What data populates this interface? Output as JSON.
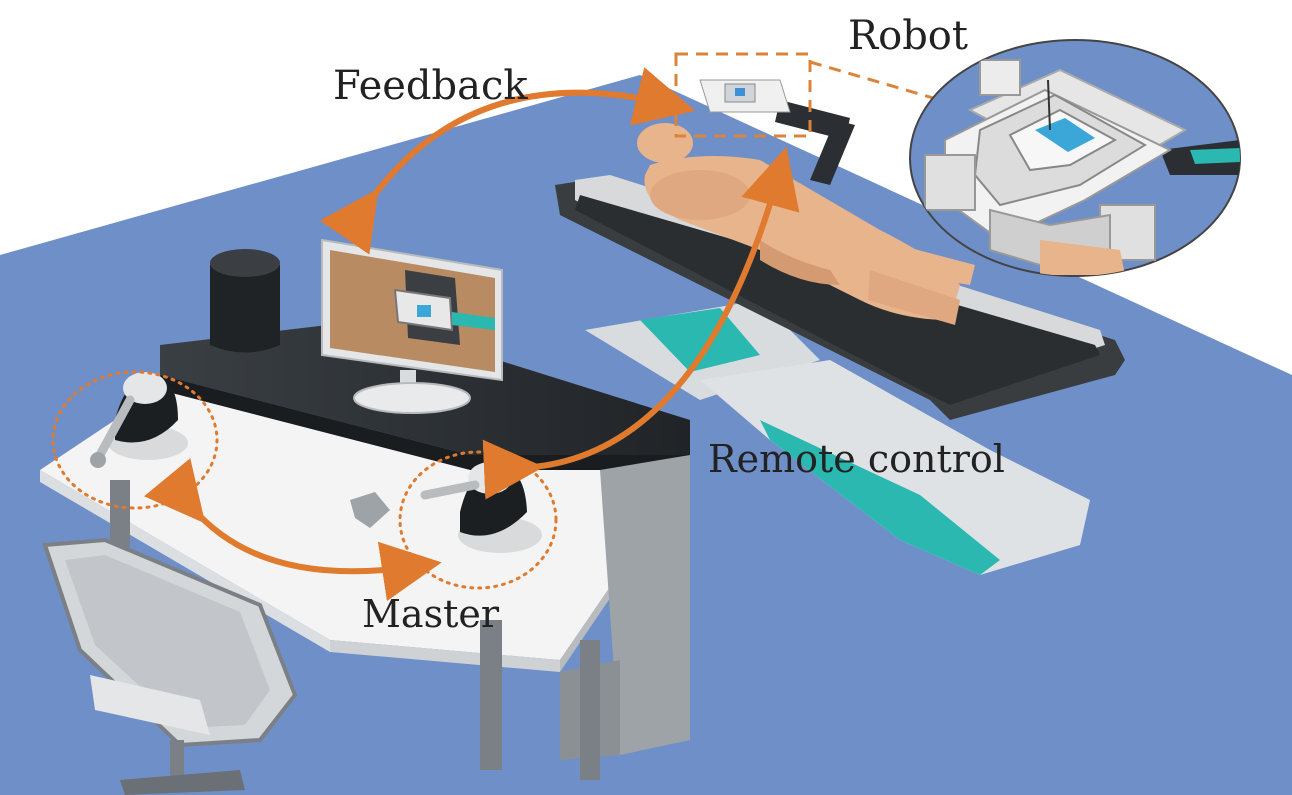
{
  "labels": {
    "robot": "Robot",
    "feedback": "Feedback",
    "remote_control": "Remote control",
    "master": "Master"
  },
  "colors": {
    "floor": "#6f8fc8",
    "arrow": "#e07a2e",
    "skin": "#e8b48c",
    "teal": "#2ab8b0",
    "desk": "#f4f4f4",
    "dark": "#2b2f33"
  }
}
